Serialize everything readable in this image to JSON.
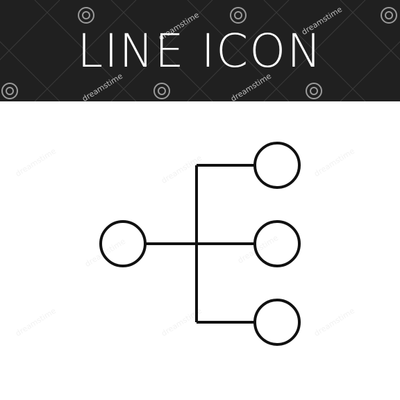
{
  "banner": {
    "title": "LINE ICON",
    "background_color": "#202020",
    "text_color": "#ffffff"
  },
  "watermark": {
    "text": "dreamstime"
  },
  "icon": {
    "name": "hierarchy-tree-icon",
    "stroke_color": "#111111",
    "root_nodes": 1,
    "child_nodes": 3
  }
}
